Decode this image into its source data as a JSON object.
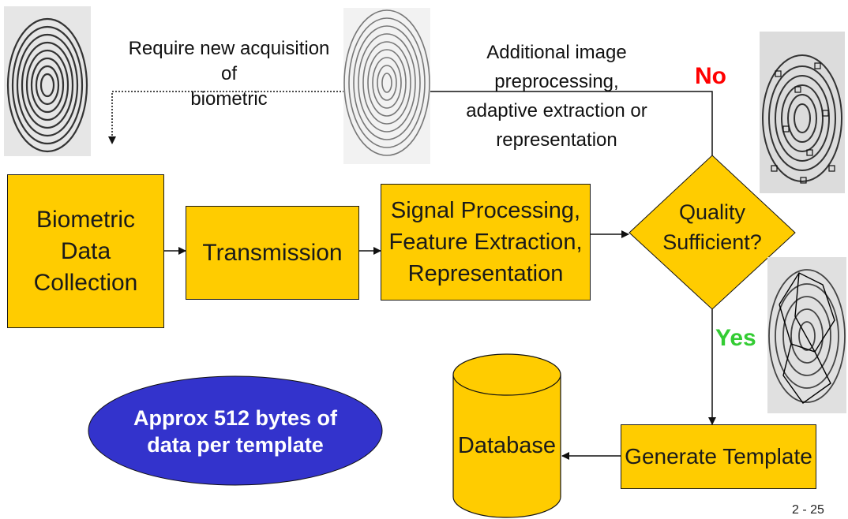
{
  "diagram": {
    "boxes": {
      "data_collection": "Biometric\nData Collection",
      "transmission": "Transmission",
      "signal_processing": "Signal Processing,\nFeature Extraction,\nRepresentation",
      "decision": "Quality\nSufficient?",
      "generate_template": "Generate Template",
      "database": "Database"
    },
    "annotations": {
      "reacquire": "Require new acquisition of\nbiometric",
      "preprocess": "Additional image preprocessing,\nadaptive extraction or\nrepresentation",
      "no": "No",
      "yes": "Yes",
      "template_size": "Approx 512 bytes of\ndata per template"
    },
    "page_number": "2 - 25"
  },
  "colors": {
    "box_fill": "#ffcc00",
    "ellipse_fill": "#3333cc",
    "no": "#ff0000",
    "yes": "#33cc33"
  },
  "icons": [
    "fingerprint-image",
    "fingerprint-minutiae-image",
    "fingerprint-ridge-graph-image"
  ]
}
